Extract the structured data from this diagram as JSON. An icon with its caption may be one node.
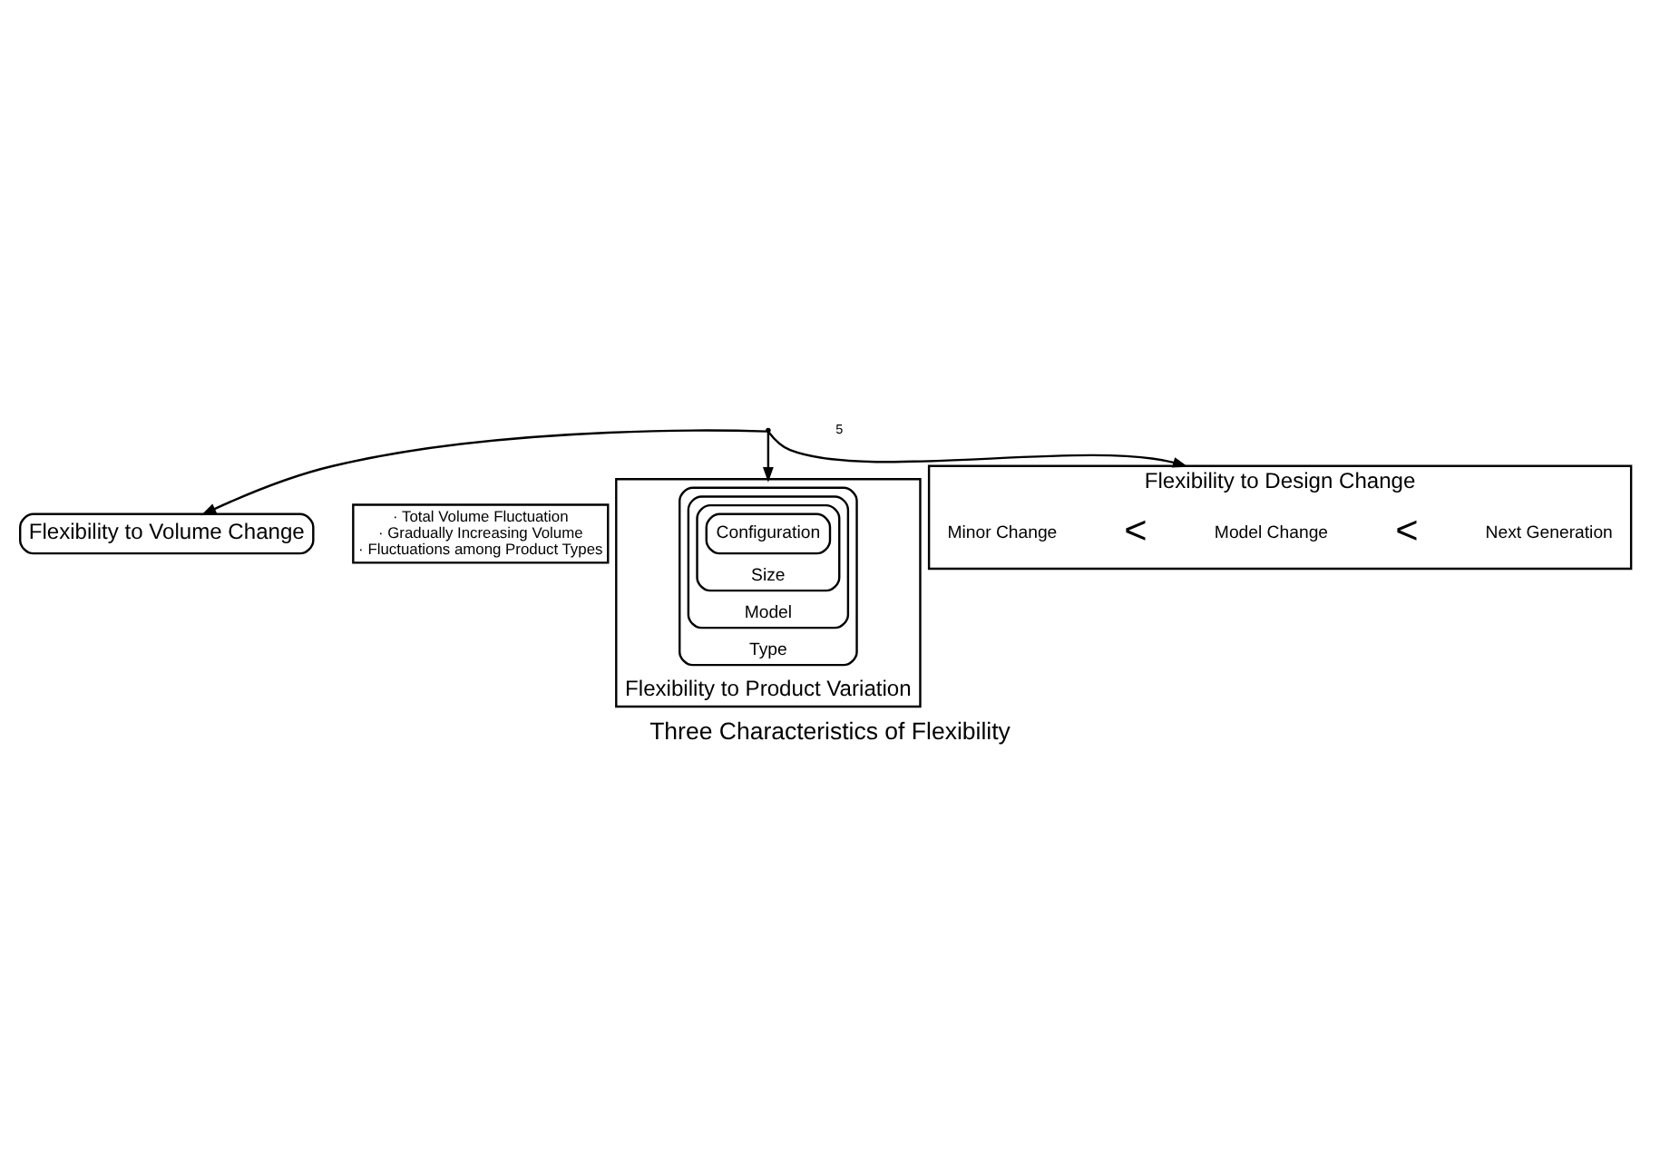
{
  "diagram": {
    "title": "Three Characteristics of Flexibility",
    "nodes": [
      {
        "text": [
          "Flexibility to Volume Change"
        ]
      },
      {
        "text": [
          "· Total Volume Fluctuation",
          "· Gradually Increasing Volume",
          "· Fluctuations among Product Types"
        ]
      },
      {
        "text": [
          "Flexibility to Product Variation"
        ]
      },
      {
        "text": [
          "Type"
        ],
        "in": 2
      },
      {
        "text": [
          "Model"
        ],
        "in": 3
      },
      {
        "text": [
          "Size"
        ],
        "in": 4
      },
      {
        "text": [
          "Configuration"
        ],
        "in": 5
      },
      {
        "text": [
          "Flexibility to Design Change"
        ]
      },
      {
        "text": [],
        "shape": "point"
      }
    ],
    "edges": [
      {
        "from": 8,
        "to": 0,
        "arrow": "to"
      },
      {
        "from": 8,
        "to": 2,
        "arrow": "to"
      },
      {
        "from": 8,
        "to": 7,
        "arrow": "to"
      }
    ],
    "labels": [
      "Minor Change",
      "<",
      "Model Change",
      "<",
      "Next Generation",
      "5"
    ]
  }
}
